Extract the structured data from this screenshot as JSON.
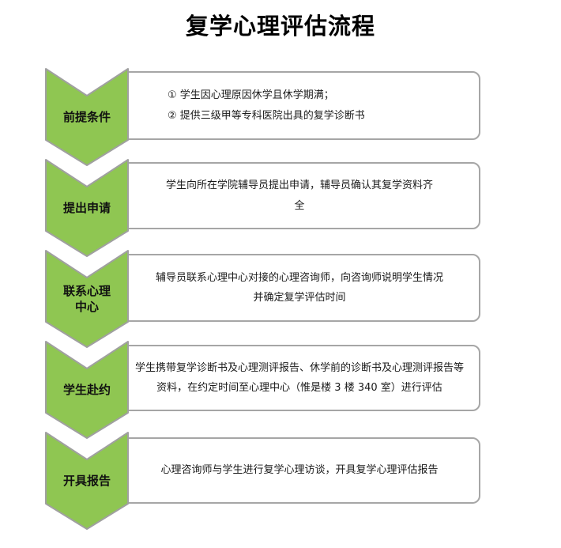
{
  "title": "复学心理评估流程",
  "colors": {
    "arrow_fill": "#8FC652",
    "arrow_stroke": "#A0A0A0",
    "box_border": "#A6A6A6",
    "text": "#1A1A1A"
  },
  "steps": [
    {
      "label": "前提条件",
      "lines": [
        "①  学生因心理原因休学且休学期满；",
        "②  提供三级甲等专科医院出具的复学诊断书"
      ]
    },
    {
      "label": "提出申请",
      "body": "学生向所在学院辅导员提出申请，辅导员确认其复学资料齐\n全"
    },
    {
      "label": "联系心理\n中心",
      "body": "辅导员联系心理中心对接的心理咨询师，向咨询师说明学生情况\n并确定复学评估时间"
    },
    {
      "label": "学生赴约",
      "body": "学生携带复学诊断书及心理测评报告、休学前的诊断书及心理测评报告等\n资料，在约定时间至心理中心（惟是楼 3 楼 340 室）进行评估"
    },
    {
      "label": "开具报告",
      "body": "心理咨询师与学生进行复学心理访谈，开具复学心理评估报告"
    }
  ]
}
